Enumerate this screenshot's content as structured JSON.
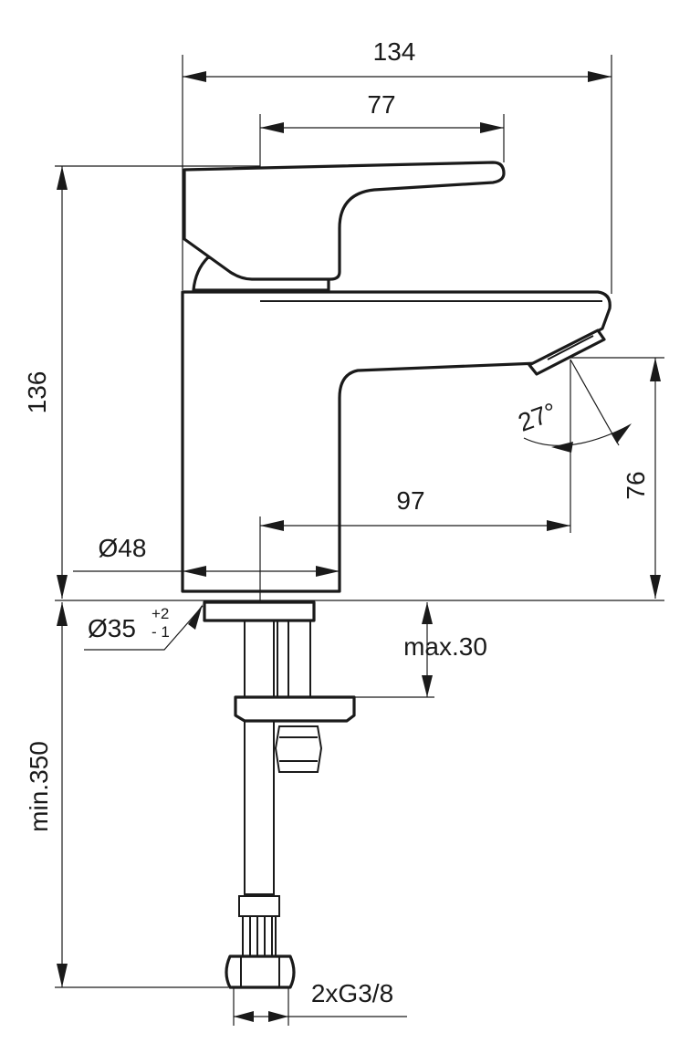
{
  "dimensions": {
    "overall_width": "134",
    "lever_length": "77",
    "overall_height": "136",
    "spout_reach": "97",
    "spout_angle": "27°",
    "spout_height": "76",
    "body_diameter": "Ø48",
    "base_diameter": "Ø35",
    "base_tolerance_upper": "+2",
    "base_tolerance_lower": "- 1",
    "max_deck_thickness": "max.30",
    "hose_length": "min.350",
    "hose_connection": "2xG3/8"
  },
  "colors": {
    "ink": "#1a1a1a",
    "paper": "#ffffff"
  }
}
